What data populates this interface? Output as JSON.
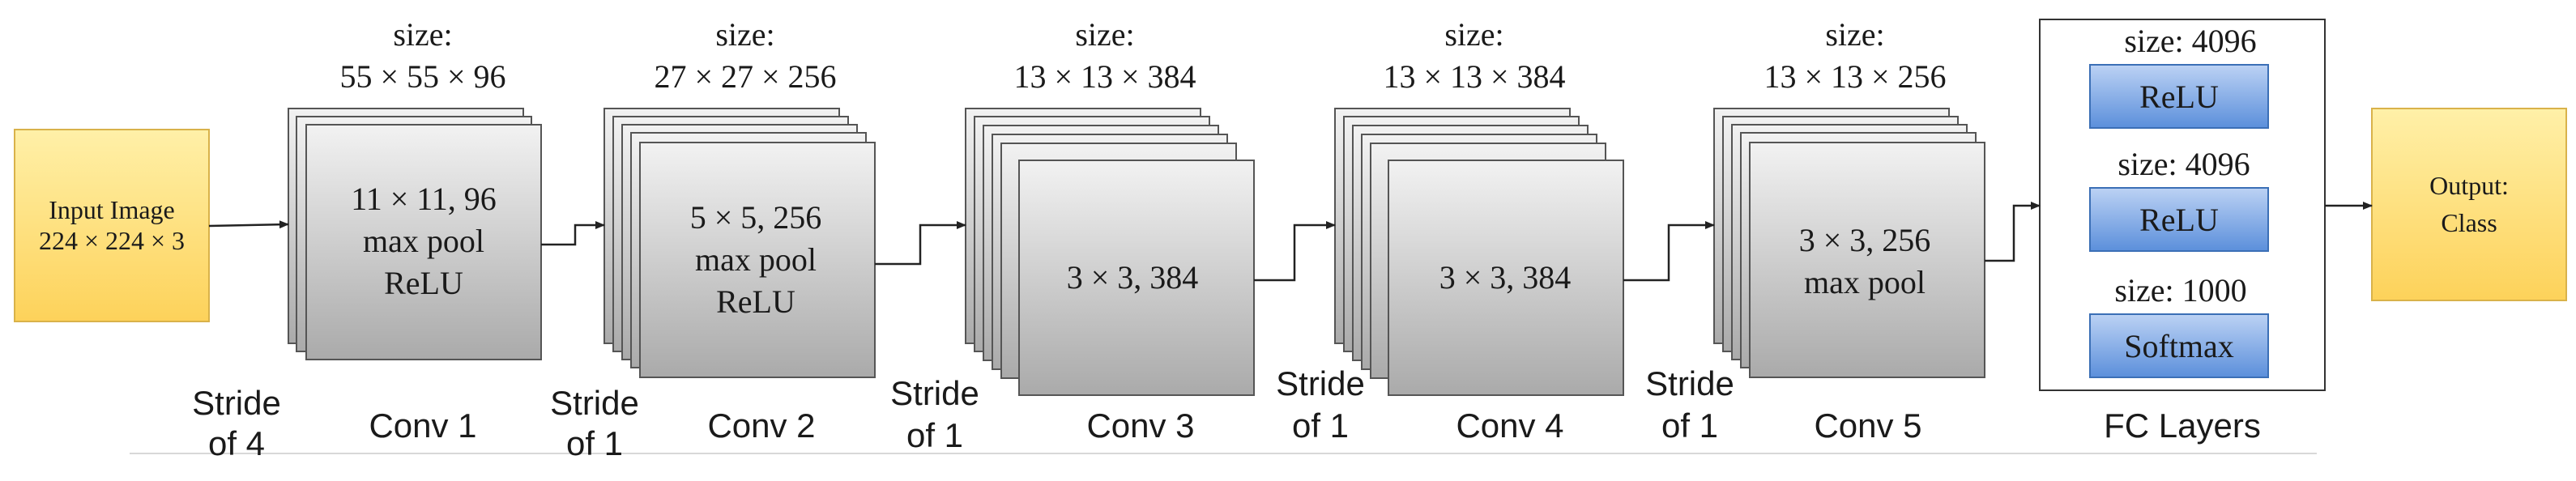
{
  "input": {
    "line1": "Input Image",
    "line2": "224 × 224 × 3"
  },
  "output": {
    "line1": "Output:",
    "line2": "Class"
  },
  "conv_layers": [
    {
      "name": "Conv 1",
      "size_label": "size:",
      "size_value": "55 × 55 × 96",
      "lines": [
        "11 × 11, 96",
        "max pool",
        "ReLU"
      ]
    },
    {
      "name": "Conv 2",
      "size_label": "size:",
      "size_value": "27 × 27 × 256",
      "lines": [
        "5 × 5, 256",
        "max pool",
        "ReLU"
      ]
    },
    {
      "name": "Conv 3",
      "size_label": "size:",
      "size_value": "13 × 13 × 384",
      "lines": [
        "3 × 3, 384"
      ]
    },
    {
      "name": "Conv 4",
      "size_label": "size:",
      "size_value": "13 × 13 × 384",
      "lines": [
        "3 × 3, 384"
      ]
    },
    {
      "name": "Conv 5",
      "size_label": "size:",
      "size_value": "13 × 13 × 256",
      "lines": [
        "3 × 3, 256",
        "max pool"
      ]
    }
  ],
  "strides": [
    {
      "line1": "Stride",
      "line2": "of 4"
    },
    {
      "line1": "Stride",
      "line2": "of 1"
    },
    {
      "line1": "Stride",
      "line2": "of 1"
    },
    {
      "line1": "Stride",
      "line2": "of 1"
    },
    {
      "line1": "Stride",
      "line2": "of 1"
    }
  ],
  "fc": {
    "name": "FC Layers",
    "blocks": [
      {
        "size": "size: 4096",
        "label": "ReLU"
      },
      {
        "size": "size: 4096",
        "label": "ReLU"
      },
      {
        "size": "size: 1000",
        "label": "Softmax"
      }
    ]
  },
  "colors": {
    "input_fill_top": "#fff0a8",
    "input_fill_bottom": "#fdd25a",
    "input_stroke": "#d9b24a",
    "conv_fill_top": "#f2f2f2",
    "conv_fill_bottom": "#aaaaaa",
    "conv_stroke": "#555555",
    "fc_block_top": "#bcd2f4",
    "fc_block_bottom": "#5b8fdb",
    "fc_block_stroke": "#3b6fb6",
    "line": "#222222",
    "baseline": "#d0d0d0"
  }
}
